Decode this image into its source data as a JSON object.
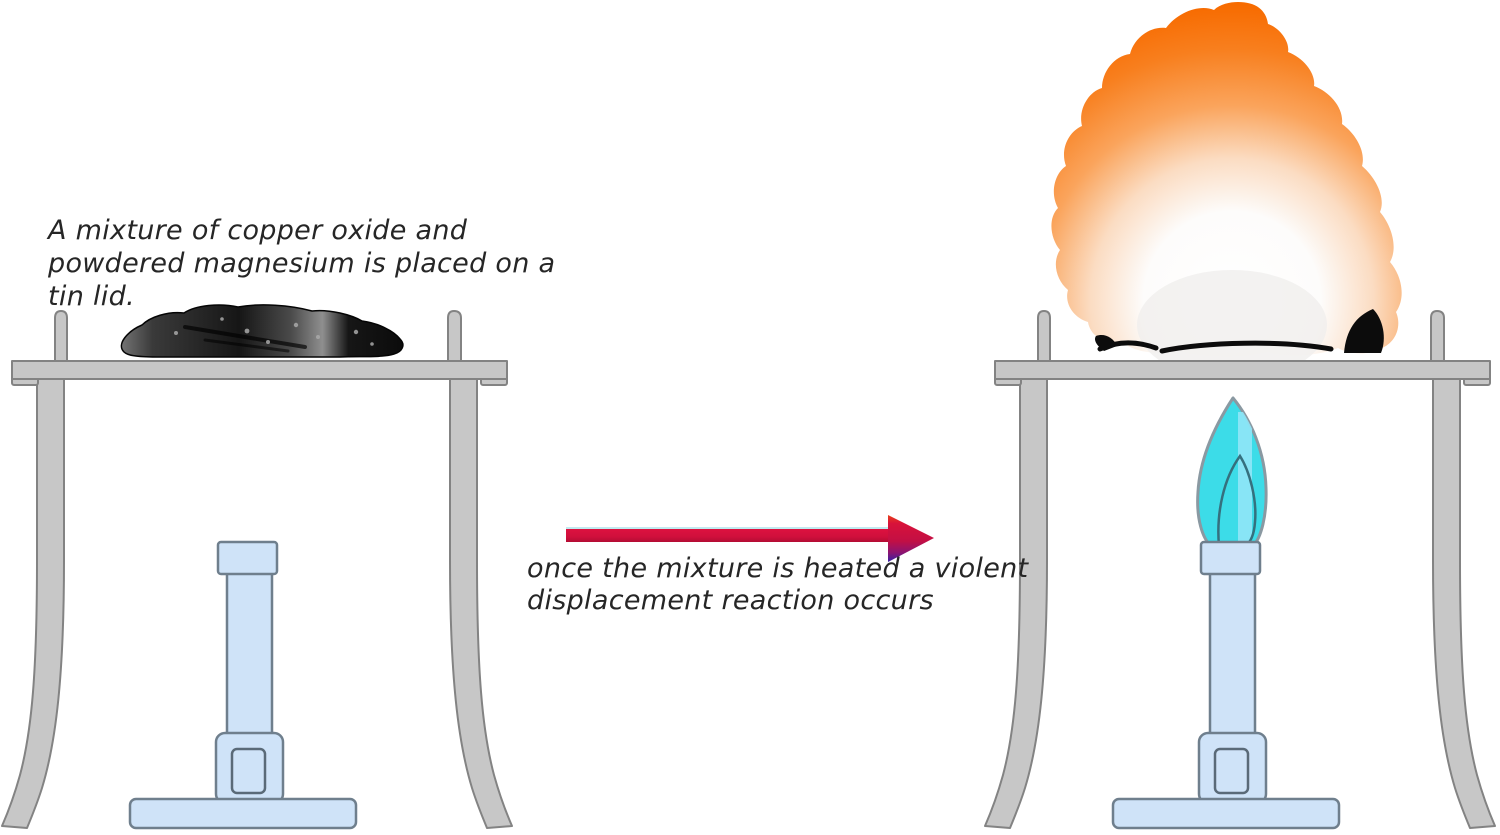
{
  "captions": {
    "left": {
      "lines": [
        "A mixture of copper oxide and",
        "powdered magnesium is placed on a",
        "tin lid."
      ]
    },
    "middle": {
      "lines": [
        "once the mixture is heated a violent",
        "displacement reaction occurs"
      ]
    }
  },
  "colors": {
    "stand_gray": "#c7c7c7",
    "stand_outline": "#838383",
    "burner_blue": "#cfe3f8",
    "burner_outline": "#6f7f8d",
    "mixture_black": "#1c1c1c",
    "flame_orange": "#f76b00",
    "flame_core_white": "#ffffff",
    "bunsen_flame_cyan": "#3cdce8",
    "bunsen_flame_light": "#90e6f7",
    "arrow_red": "#d00f3c",
    "arrow_purple": "#3520a6",
    "text_color": "#262626",
    "background": "#ffffff"
  }
}
